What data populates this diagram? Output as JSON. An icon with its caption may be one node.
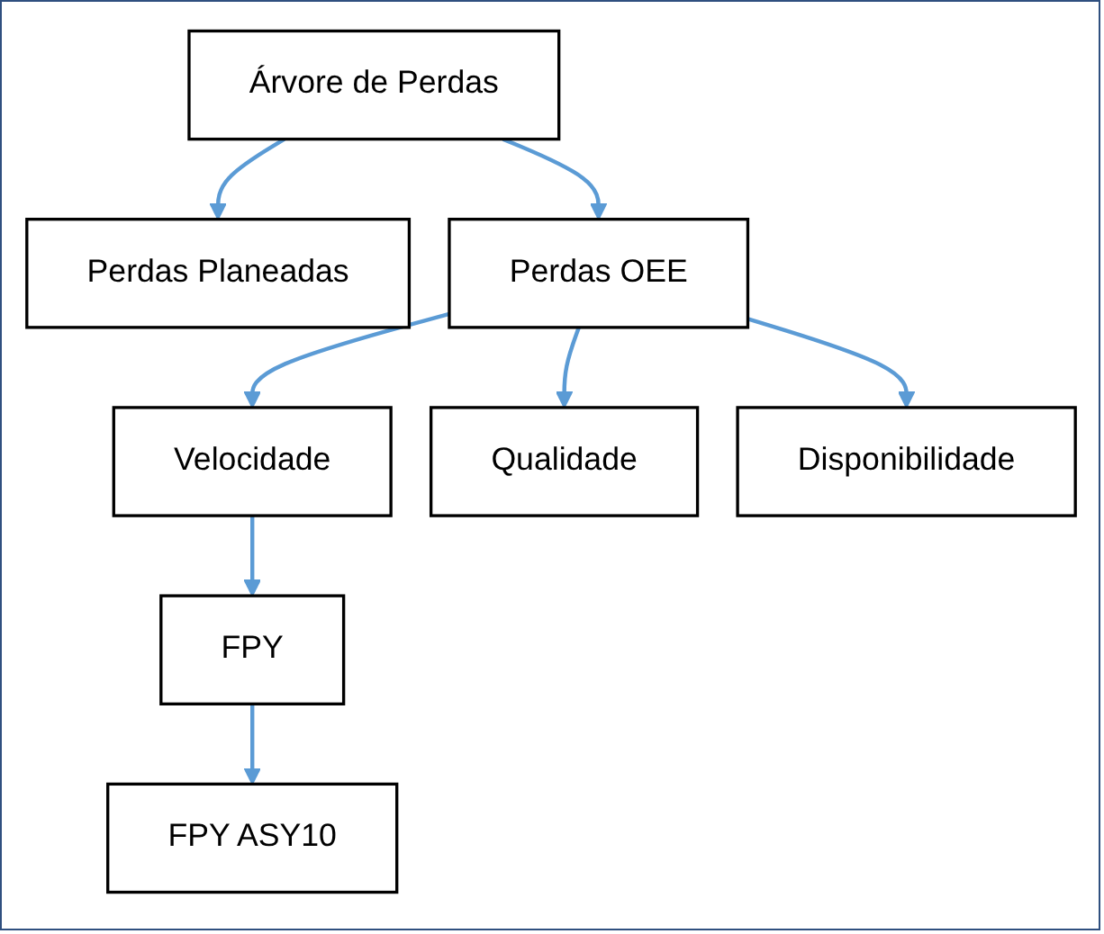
{
  "diagram": {
    "nodes": [
      {
        "text": [
          "Árvore de Perdas"
        ]
      },
      {
        "text": [
          "Perdas Planeadas"
        ]
      },
      {
        "text": [
          "Perdas OEE"
        ]
      },
      {
        "text": [
          "Velocidade"
        ]
      },
      {
        "text": [
          "Qualidade"
        ]
      },
      {
        "text": [
          "Disponibilidade"
        ]
      },
      {
        "text": [
          "FPY"
        ]
      },
      {
        "text": [
          "FPY ASY10"
        ]
      }
    ],
    "edges": [
      {
        "from": 0,
        "to": 1,
        "arrow": "to"
      },
      {
        "from": 0,
        "to": 2,
        "arrow": "to"
      },
      {
        "from": 2,
        "to": 3,
        "arrow": "to"
      },
      {
        "from": 2,
        "to": 4,
        "arrow": "to"
      },
      {
        "from": 2,
        "to": 5,
        "arrow": "to"
      },
      {
        "from": 3,
        "to": 6,
        "arrow": "to"
      },
      {
        "from": 6,
        "to": 7,
        "arrow": "to"
      }
    ]
  }
}
